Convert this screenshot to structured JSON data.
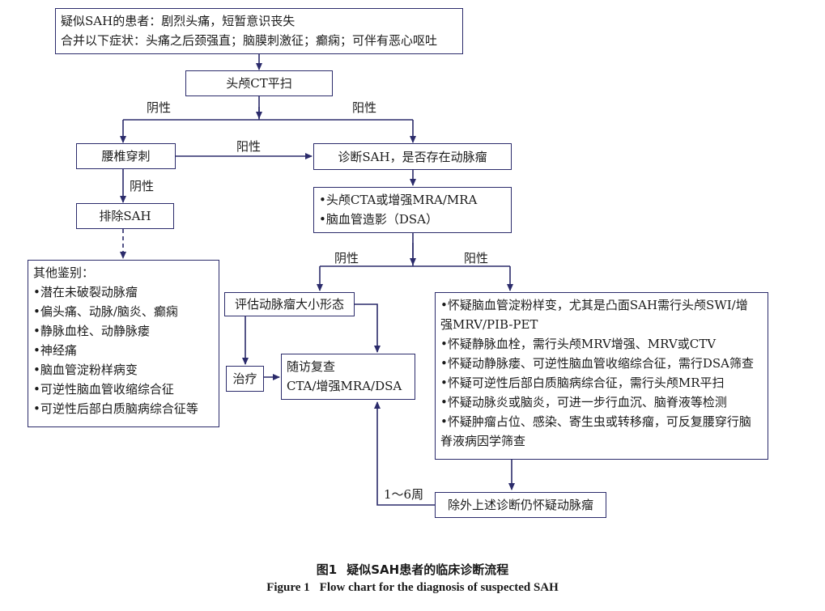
{
  "boxes": {
    "suspect": [
      "疑似SAH的患者：剧烈头痛，短暂意识丧失",
      "合并以下症状：头痛之后颈强直；脑膜刺激征；癫痫；可伴有恶心呕吐"
    ],
    "ct": "头颅CT平扫",
    "lumbar": "腰椎穿刺",
    "diagnose": "诊断SAH，是否存在动脉瘤",
    "exclude": "排除SAH",
    "imaging": [
      "•头颅CTA或增强MRA/MRA",
      "•脑血管造影（DSA）"
    ],
    "differential": [
      "其他鉴别：",
      "•潜在未破裂动脉瘤",
      "•偏头痛、动脉/脑炎、癫痫",
      "•静脉血栓、动静脉瘘",
      "•神经痛",
      "•脑血管淀粉样病变",
      "•可逆性脑血管收缩综合征",
      "•可逆性后部白质脑病综合征等"
    ],
    "evaluate": "评估动脉瘤大小形态",
    "treat": "治疗",
    "followup": [
      "随访复查",
      "CTA/增强MRA/DSA"
    ],
    "suspicions": [
      "•怀疑脑血管淀粉样变，尤其是凸面SAH需行头颅SWI/增",
      "强MRV/PIB-PET",
      "•怀疑静脉血栓，需行头颅MRV增强、MRV或CTV",
      "•怀疑动静脉瘘、可逆性脑血管收缩综合征，需行DSA筛查",
      "•怀疑可逆性后部白质脑病综合征，需行头颅MR平扫",
      "•怀疑动脉炎或脑炎，可进一步行血沉、脑脊液等检测",
      "•怀疑肿瘤占位、感染、寄生虫或转移瘤，可反复腰穿行脑",
      "脊液病因学筛查"
    ],
    "rule_out": "除外上述诊断仍怀疑动脉瘤"
  },
  "labels": {
    "ct_negative": "阴性",
    "ct_positive": "阳性",
    "lumbar_positive": "阳性",
    "lumbar_negative": "阴性",
    "img_negative": "阴性",
    "img_positive": "阳性",
    "interval": "1～6周"
  },
  "caption": {
    "cn_num": "图1",
    "cn_text": "疑似SAH患者的临床诊断流程",
    "en_num": "Figure 1",
    "en_text": "Flow chart for the diagnosis of suspected SAH"
  },
  "colors": {
    "stroke": "#2b2b6b"
  }
}
